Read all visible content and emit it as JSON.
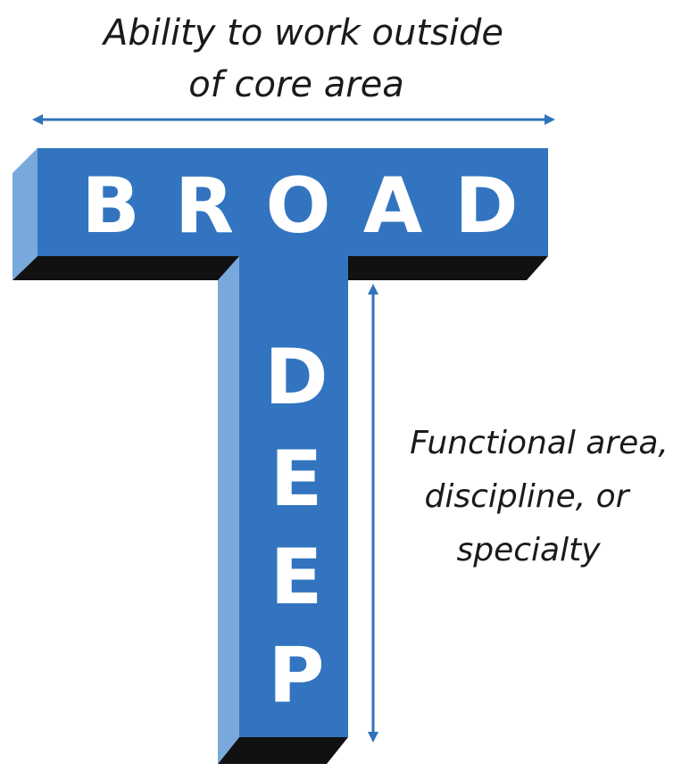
{
  "top_label": {
    "line1": "Ability to work outside",
    "line2": "of core area"
  },
  "side_label": {
    "line1": "Functional area,",
    "line2": "discipline, or",
    "line3": "specialty"
  },
  "bar_letters": [
    "B",
    "R",
    "O",
    "A",
    "D"
  ],
  "stem_letters": [
    "D",
    "E",
    "E",
    "P"
  ],
  "colors": {
    "front": "#3274bf",
    "left_face": "#79a9dc",
    "shadow": "#111111",
    "arrow": "#2f74b8",
    "text": "#1a1a1a"
  }
}
